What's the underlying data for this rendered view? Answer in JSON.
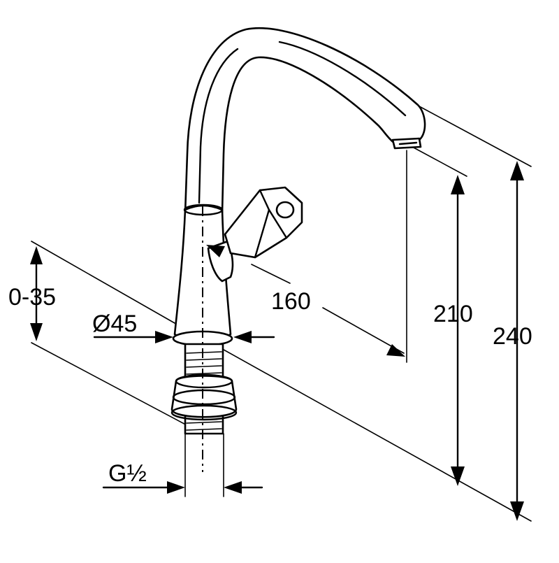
{
  "dimensions": {
    "reach": "160",
    "spout_height": "210",
    "total_height": "240",
    "mounting_range": "0-35",
    "base_diameter": "Ø45",
    "thread": "G½"
  }
}
